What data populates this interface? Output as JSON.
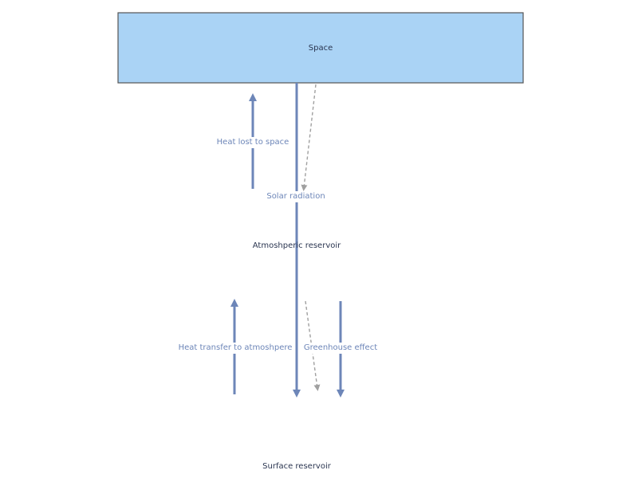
{
  "diagram": {
    "space_label": "Space",
    "heat_lost_label": "Heat lost to space",
    "solar_radiation_label": "Solar radiation",
    "atmospheric_reservoir_label": "Atmoshperic reservoir",
    "heat_transfer_label": "Heat transfer to atmoshpere",
    "greenhouse_effect_label": "Greenhouse effect",
    "surface_reservoir_label": "Surface reservoir"
  },
  "colors": {
    "space_fill": "#aad3f5",
    "space_border": "#555555",
    "flow_arrow": "#6d86b8",
    "dashed_arrow": "#a0a0a0",
    "flow_text": "#6d86b8",
    "dark_text": "#2a3550"
  }
}
